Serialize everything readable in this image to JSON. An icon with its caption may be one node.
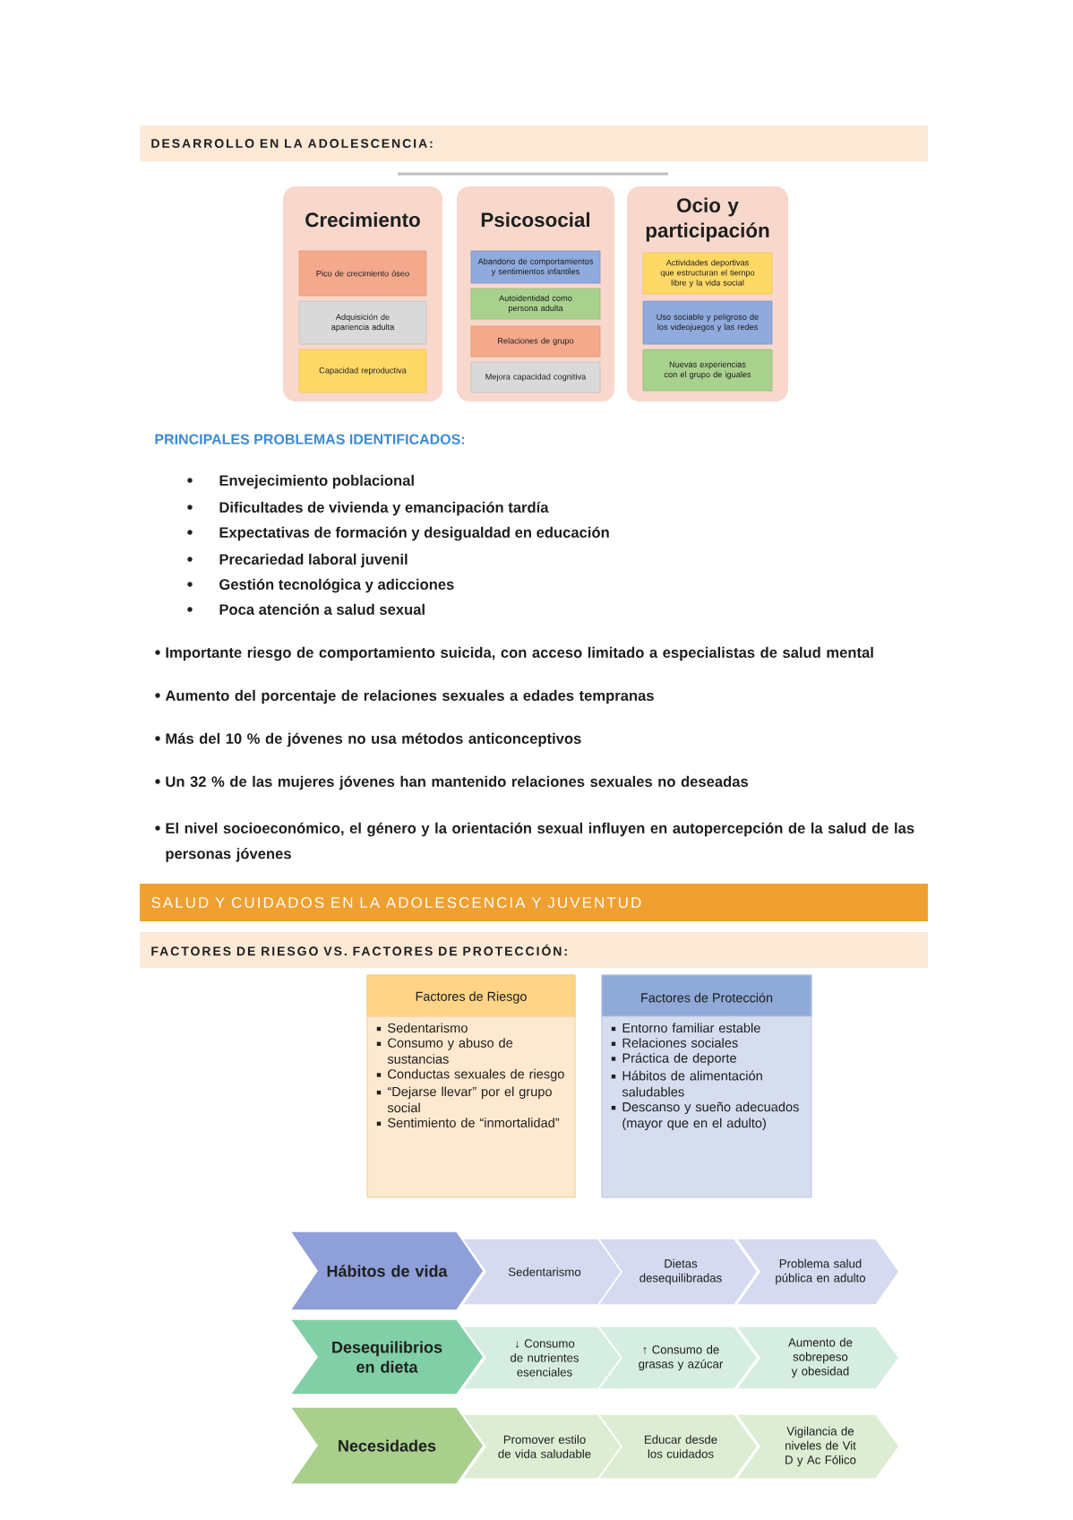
{
  "diagram": {
    "nodes": [
      {
        "text": [
          "DESARROLLO EN LA ADOLESCENCIA:"
        ]
      },
      {
        "text": [
          "Crecimiento"
        ]
      },
      {
        "text": [
          "Pico de crecimiento óseo"
        ],
        "in": 1
      },
      {
        "text": [
          "Adquisición de apariencia adulta"
        ],
        "in": 1
      },
      {
        "text": [
          "Capacidad reproductiva"
        ],
        "in": 1
      },
      {
        "text": [
          "Psicosocial"
        ]
      },
      {
        "text": [
          "Abandono de comportamientos y sentimientos infantiles"
        ],
        "in": 5
      },
      {
        "text": [
          "Autoidentidad como persona adulta"
        ],
        "in": 5
      },
      {
        "text": [
          "Relaciones de grupo"
        ],
        "in": 5
      },
      {
        "text": [
          "Mejora capacidad cognitiva"
        ],
        "in": 5
      },
      {
        "text": [
          "Ocio y participación"
        ]
      },
      {
        "text": [
          "Actividades deportivas que estructuran el tiempo libre y la vida social"
        ],
        "in": 10
      },
      {
        "text": [
          "Uso sociable y peligroso de los videojuegos y las redes"
        ],
        "in": 10
      },
      {
        "text": [
          "Nuevas experiencias con el grupo de iguales"
        ],
        "in": 10
      },
      {
        "text": [
          "SALUD Y CUIDADOS EN LA ADOLESCENCIA Y JUVENTUD"
        ]
      },
      {
        "text": [
          "FACTORES DE RIESGO VS. FACTORES DE PROTECCIÓN:"
        ]
      },
      {
        "text": [
          "Factores de Riesgo",
          "Sedentarismo",
          "Consumo y abuso de sustancias",
          "Conductas sexuales de riesgo",
          "“Dejarse llevar” por el grupo social",
          "Sentimiento de “inmortalidad”"
        ]
      },
      {
        "text": [
          "Factores de Protección",
          "Entorno familiar estable",
          "Relaciones sociales",
          "Práctica de deporte",
          "Hábitos de alimentación saludables",
          "Descanso y sueño adecuados (mayor que en el adulto)"
        ]
      },
      {
        "text": [
          "Hábitos de vida"
        ]
      },
      {
        "text": [
          "Sedentarismo"
        ]
      },
      {
        "text": [
          "Dietas desequilibradas"
        ]
      },
      {
        "text": [
          "Problema salud pública en adulto"
        ]
      },
      {
        "text": [
          "Desequilibrios en dieta"
        ]
      },
      {
        "text": [
          "↓ Consumo de nutrientes esenciales"
        ]
      },
      {
        "text": [
          "↑ Consumo de grasas y azúcar"
        ]
      },
      {
        "text": [
          "Aumento de sobrepeso y obesidad"
        ]
      },
      {
        "text": [
          "Necesidades"
        ]
      },
      {
        "text": [
          "Promover estilo de vida saludable"
        ]
      },
      {
        "text": [
          "Educar desde los cuidados"
        ]
      },
      {
        "text": [
          "Vigilancia de niveles de Vit D y Ac Fólico"
        ]
      }
    ],
    "labels": [
      "PRINCIPALES PROBLEMAS IDENTIFICADOS:",
      "Envejecimiento poblacional",
      "Dificultades de vivienda y emancipación tardía",
      "Expectativas de formación y desigualdad en educación",
      "Precariedad laboral juvenil",
      "Gestión tecnológica y adicciones",
      "Poca atención a salud sexual",
      "Importante riesgo de comportamiento suicida, con acceso limitado a especialistas de salud mental",
      "Aumento del porcentaje de relaciones sexuales a edades tempranas",
      "Más del 10 % de jóvenes no usa métodos anticonceptivos",
      "Un 32 % de las mujeres jóvenes han mantenido relaciones sexuales no deseadas",
      "El nivel socioeconómico, el género y la orientación sexual influyen en autopercepción de la salud de las personas jóvenes"
    ]
  }
}
